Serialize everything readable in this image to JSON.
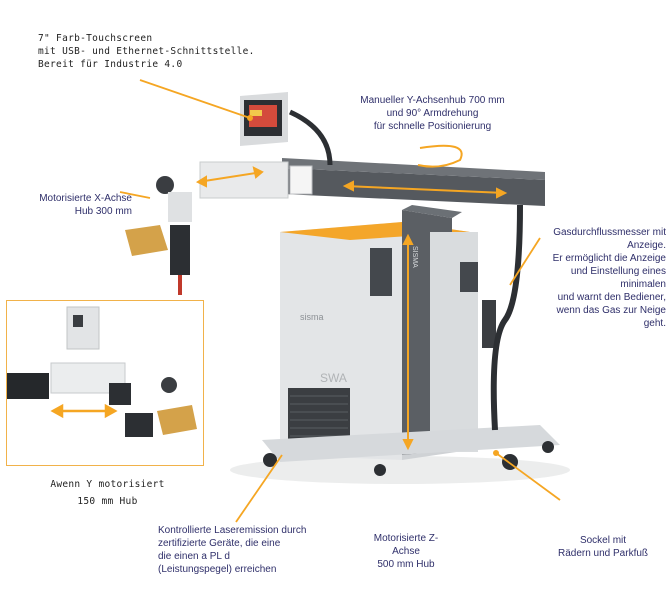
{
  "colors": {
    "accent": "#f5a623",
    "machine_dark": "#55595e",
    "machine_light": "#e8e9ea",
    "label_navy": "#2f2f6a"
  },
  "labels": {
    "touchscreen": "7\" Farb-Touchscreen\nmit USB- und Ethernet-Schnittstelle.\nBereit für Industrie 4.0",
    "y_axis": "Manueller Y-Achsenhub 700 mm\nund 90° Armdrehung\nfür schnelle Positionierung",
    "x_axis": "Motorisierte X-Achse\nHub 300 mm",
    "gas": "Gasdurchflussmesser mit\nAnzeige.\nEr ermöglicht die Anzeige\nund Einstellung eines\nminimalen\nund warnt den Bediener,\nwenn das Gas zur Neige\ngeht.",
    "y_motor": "Awenn Y motorisiert\n150 mm Hub",
    "laser": "Kontrollierte Laseremission durch\nzertifizierte Geräte, die eine\ndie einen a PL d\n(Leistungspegel) erreichen",
    "z_axis": "Motorisierte Z-\nAchse\n500 mm Hub",
    "base": "Sockel mit\nRädern und Parkfuß"
  },
  "machine": {
    "brand": "sisma",
    "model": "SWA",
    "arm_brand": "SISMA"
  }
}
